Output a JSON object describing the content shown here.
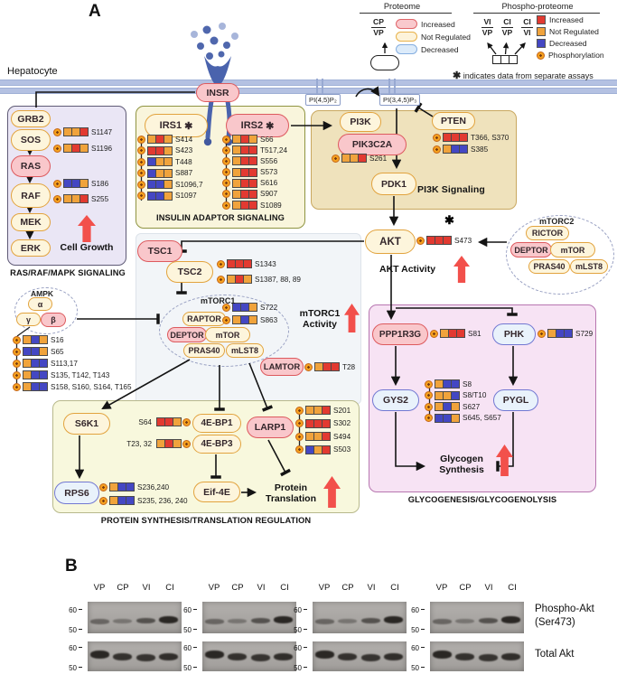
{
  "palette": {
    "R": "#e23a31",
    "O": "#f0a33c",
    "B": "#4447c3"
  },
  "misc": {
    "panel_a": "A",
    "panel_b": "B",
    "hepatocyte": "Hepatocyte",
    "pip2": "PI(4,5)P₂",
    "pip3": "PI(3,4,5)P₃",
    "asterisk": "✱",
    "note": "indicates data from separate assays"
  },
  "legend": {
    "proteome": {
      "title": "Proteome",
      "fraction_top": "CP",
      "fraction_bottom": "VP",
      "items": [
        "Increased",
        "Not Regulated",
        "Decreased"
      ]
    },
    "phospho": {
      "title": "Phospho-proteome",
      "fractions": [
        {
          "top": "VI",
          "bottom": "VP"
        },
        {
          "top": "CI",
          "bottom": "VP"
        },
        {
          "top": "CI",
          "bottom": "VI"
        }
      ],
      "items": [
        "Increased",
        "Not Regulated",
        "Decreased",
        "Phosphorylation"
      ]
    }
  },
  "nodes": {
    "insr": "INSR",
    "grb2": "GRB2",
    "sos": "SOS",
    "ras": "RAS",
    "raf": "RAF",
    "mek": "MEK",
    "erk": "ERK",
    "irs1": "IRS1",
    "irs2": "IRS2",
    "pi3k": "PI3K",
    "pik3c2a": "PIK3C2A",
    "pten": "PTEN",
    "pdk1": "PDK1",
    "akt": "AKT",
    "tsc1": "TSC1",
    "tsc2": "TSC2",
    "raptor": "RAPTOR",
    "deptor": "DEPTOR",
    "mtor": "mTOR",
    "pras40": "PRAS40",
    "mlst8": "mLST8",
    "rictor": "RICTOR",
    "lamtor": "LAMTOR",
    "ampk_alpha": "α",
    "ampk_gamma": "γ",
    "ampk_beta": "β",
    "s6k1": "S6K1",
    "bp1": "4E-BP1",
    "bp3": "4E-BP3",
    "larp1": "LARP1",
    "rps6": "RPS6",
    "eif4e": "Eif-4E",
    "ppp1r3g": "PPP1R3G",
    "phk": "PHK",
    "gys2": "GYS2",
    "pygl": "PYGL"
  },
  "complex_titles": {
    "mtorc1": "mTORC1",
    "mtorc2": "mTORC2",
    "ampk": "AMPK"
  },
  "captions": {
    "mapk": "RAS/RAF/MAPK SIGNALING",
    "adaptor": "INSULIN ADAPTOR SIGNALING",
    "pi3k": "PI3K Signaling",
    "protein": "PROTEIN SYNTHESIS/TRANSLATION REGULATION",
    "glyco": "GLYCOGENESIS/GLYCOGENOLYSIS"
  },
  "effects": {
    "cell_growth": "Cell Growth",
    "akt_activity": "AKT Activity",
    "mtorc1_1": "mTORC1",
    "mtorc1_2": "Activity",
    "protein_1": "Protein",
    "protein_2": "Translation",
    "glycogen_1": "Glycogen",
    "glycogen_2": "Synthesis"
  },
  "sites": {
    "sos": [
      {
        "label": "S1147",
        "sq": [
          "O",
          "O",
          "R"
        ]
      },
      {
        "label": "S1196",
        "sq": [
          "O",
          "R",
          "O"
        ]
      }
    ],
    "raf": [
      {
        "label": "S186",
        "sq": [
          "B",
          "B",
          "O"
        ]
      },
      {
        "label": "S255",
        "sq": [
          "O",
          "O",
          "R"
        ]
      }
    ],
    "irs1": [
      {
        "label": "S414",
        "sq": [
          "O",
          "R",
          "O"
        ]
      },
      {
        "label": "S423",
        "sq": [
          "R",
          "R",
          "O"
        ]
      },
      {
        "label": "T448",
        "sq": [
          "B",
          "O",
          "O"
        ]
      },
      {
        "label": "S887",
        "sq": [
          "B",
          "O",
          "O"
        ]
      },
      {
        "label": "S1096,7",
        "sq": [
          "B",
          "B",
          "O"
        ]
      },
      {
        "label": "S1097",
        "sq": [
          "B",
          "B",
          "O"
        ]
      }
    ],
    "irs2": [
      {
        "label": "S66",
        "sq": [
          "O",
          "R",
          "O"
        ]
      },
      {
        "label": "T517,24",
        "sq": [
          "O",
          "R",
          "R"
        ]
      },
      {
        "label": "S556",
        "sq": [
          "O",
          "R",
          "R"
        ]
      },
      {
        "label": "S573",
        "sq": [
          "O",
          "R",
          "R"
        ]
      },
      {
        "label": "S616",
        "sq": [
          "O",
          "R",
          "R"
        ]
      },
      {
        "label": "S907",
        "sq": [
          "O",
          "R",
          "R"
        ]
      },
      {
        "label": "S1089",
        "sq": [
          "O",
          "R",
          "R"
        ]
      }
    ],
    "pik3c2a": [
      {
        "label": "S261",
        "sq": [
          "O",
          "O",
          "R"
        ]
      }
    ],
    "pten": [
      {
        "label": "T366, S370",
        "sq": [
          "R",
          "R",
          "R"
        ]
      },
      {
        "label": "S385",
        "sq": [
          "O",
          "B",
          "B"
        ]
      }
    ],
    "akt": [
      {
        "label": "S473",
        "sq": [
          "R",
          "R",
          "R"
        ]
      }
    ],
    "tsc2": [
      {
        "label": "S1343",
        "sq": [
          "R",
          "R",
          "R"
        ]
      },
      {
        "label": "S1387, 88, 89",
        "sq": [
          "O",
          "R",
          "O"
        ]
      }
    ],
    "raptor": [
      {
        "label": "S722",
        "sq": [
          "B",
          "B",
          "O"
        ]
      },
      {
        "label": "S863",
        "sq": [
          "O",
          "B",
          "O"
        ]
      }
    ],
    "lamtor": [
      {
        "label": "T28",
        "sq": [
          "O",
          "R",
          "R"
        ]
      }
    ],
    "ampk": [
      {
        "label": "S16",
        "sq": [
          "O",
          "B",
          "O"
        ]
      },
      {
        "label": "S65",
        "sq": [
          "B",
          "B",
          "O"
        ]
      },
      {
        "label": "S113,17",
        "sq": [
          "O",
          "B",
          "B"
        ]
      },
      {
        "label": "S135, T142, T143",
        "sq": [
          "O",
          "B",
          "B"
        ]
      },
      {
        "label": "S158, S160, S164, T165",
        "sq": [
          "O",
          "B",
          "B"
        ]
      }
    ],
    "bp1": [
      {
        "label": "S64",
        "sq": [
          "R",
          "R",
          "O"
        ]
      }
    ],
    "bp3": [
      {
        "label": "T23, 32",
        "sq": [
          "O",
          "R",
          "O"
        ]
      }
    ],
    "larp1": [
      {
        "label": "S201",
        "sq": [
          "O",
          "O",
          "R"
        ]
      },
      {
        "label": "S302",
        "sq": [
          "R",
          "R",
          "R"
        ]
      },
      {
        "label": "S494",
        "sq": [
          "O",
          "O",
          "R"
        ]
      },
      {
        "label": "S503",
        "sq": [
          "B",
          "O",
          "R"
        ]
      }
    ],
    "rps6": [
      {
        "label": "S236,240",
        "sq": [
          "O",
          "B",
          "B"
        ]
      },
      {
        "label": "S235, 236, 240",
        "sq": [
          "O",
          "B",
          "B"
        ]
      }
    ],
    "ppp1r3g": [
      {
        "label": "S81",
        "sq": [
          "O",
          "R",
          "R"
        ]
      }
    ],
    "phk": [
      {
        "label": "S729",
        "sq": [
          "O",
          "B",
          "B"
        ]
      }
    ],
    "gys2": [
      {
        "label": "S8",
        "sq": [
          "O",
          "B",
          "B"
        ]
      },
      {
        "label": "S8/T10",
        "sq": [
          "O",
          "O",
          "B"
        ]
      },
      {
        "label": "S627",
        "sq": [
          "O",
          "B",
          "O"
        ]
      },
      {
        "label": "S645, S657",
        "sq": [
          "B",
          "B",
          "O"
        ]
      }
    ]
  },
  "panel_b": {
    "label": "B",
    "lanes": [
      "VP",
      "CP",
      "VI",
      "CI"
    ],
    "markers": [
      "60",
      "50"
    ],
    "blot1_line1": "Phospho-Akt",
    "blot1_line2": "(Ser473)",
    "blot2": "Total Akt"
  }
}
